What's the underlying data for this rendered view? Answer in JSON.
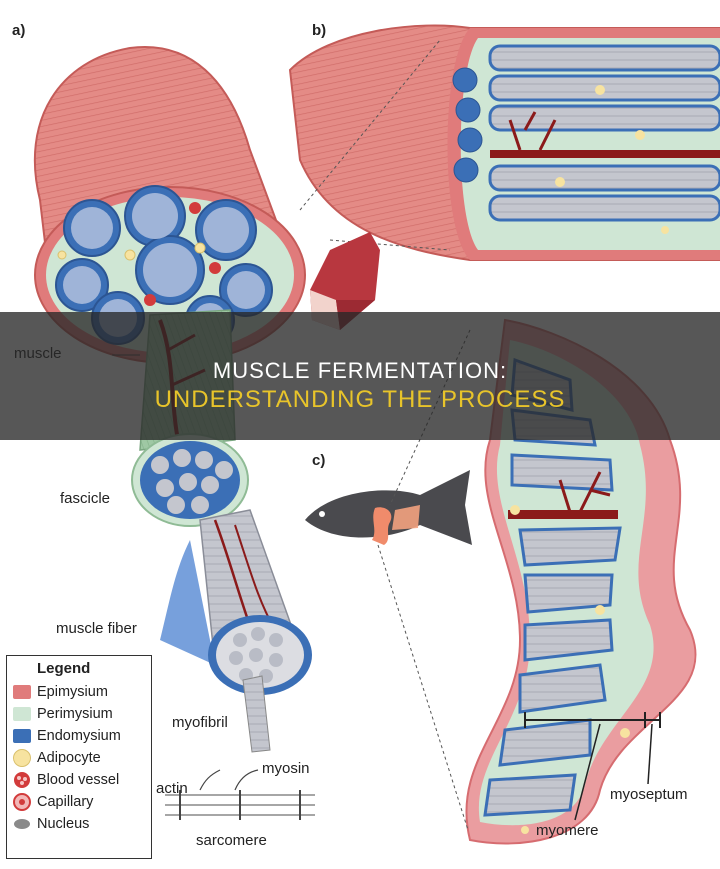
{
  "panels": {
    "a": "a)",
    "b": "b)",
    "c": "c)"
  },
  "labels": {
    "muscle": "muscle",
    "fascicle": "fascicle",
    "muscle_fiber": "muscle fiber",
    "myofibril": "myofibril",
    "actin": "actin",
    "myosin": "myosin",
    "sarcomere": "sarcomere",
    "myoseptum": "myoseptum",
    "myomere": "myomere"
  },
  "banner": {
    "line1": "MUSCLE FERMENTATION:",
    "line2": "UNDERSTANDING THE PROCESS"
  },
  "legend": {
    "title": "Legend",
    "items": [
      {
        "label": "Epimysium",
        "color": "#e07b7b",
        "icon": "square-swatch"
      },
      {
        "label": "Perimysium",
        "color": "#cfe6d4",
        "icon": "square-swatch"
      },
      {
        "label": "Endomysium",
        "color": "#3b6fb6",
        "icon": "square-swatch"
      },
      {
        "label": "Adipocyte",
        "color": "#f7e3a0",
        "icon": "circle-swatch"
      },
      {
        "label": "Blood vessel",
        "color": "#d23b3b",
        "icon": "blood-vessel-icon"
      },
      {
        "label": "Capillary",
        "color": "#d23b3b",
        "icon": "capillary-icon"
      },
      {
        "label": "Nucleus",
        "color": "#8a8a8a",
        "icon": "ellipse-swatch"
      }
    ]
  },
  "colors": {
    "epimysium": "#e07b7b",
    "perimysium": "#cfe6d4",
    "endomysium": "#3b6fb6",
    "fiber": "#c9c9cf",
    "vessel": "#8b1a1a"
  }
}
